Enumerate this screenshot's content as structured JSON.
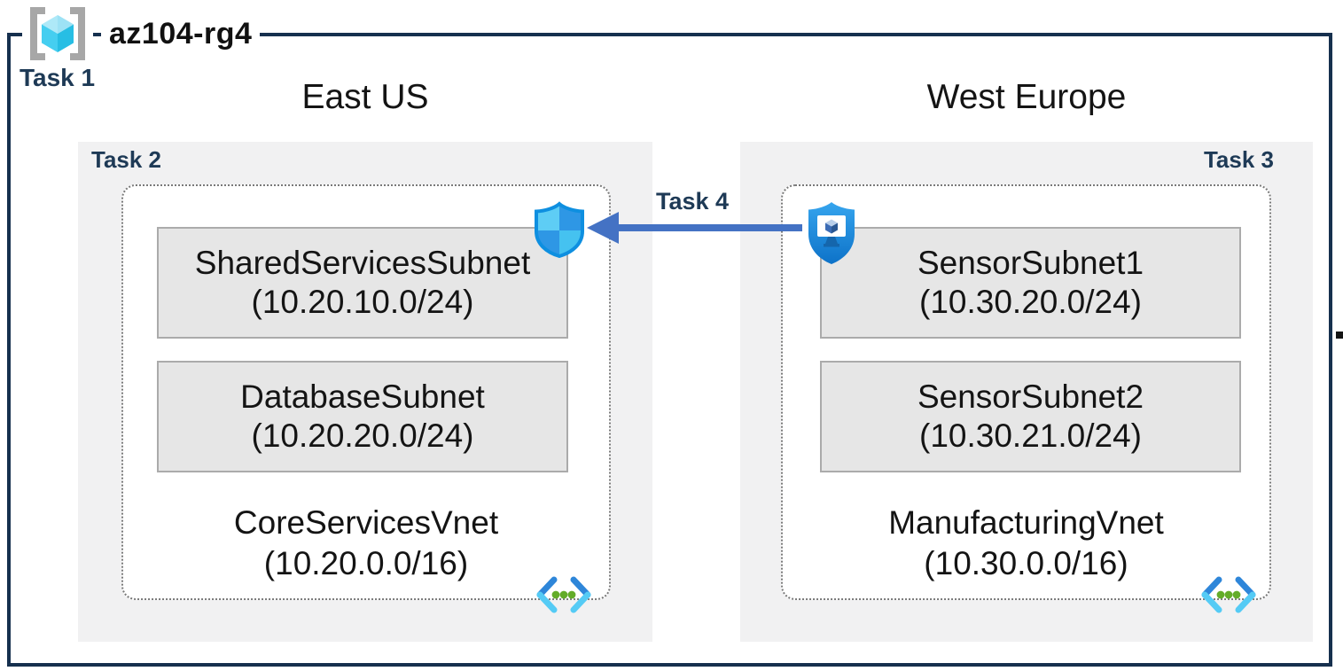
{
  "diagram": {
    "resource_group": {
      "icon": "resource-group-icon",
      "title": "az104-rg4",
      "task": "Task 1"
    },
    "regions": [
      {
        "name": "East US",
        "task": "Task 2",
        "vnet": {
          "name": "CoreServicesVnet",
          "cidr": "(10.20.0.0/16)",
          "icon": "virtual-network-icon",
          "subnets": [
            {
              "name": "SharedServicesSubnet",
              "cidr": "(10.20.10.0/24)"
            },
            {
              "name": "DatabaseSubnet",
              "cidr": "(10.20.20.0/24)"
            }
          ]
        }
      },
      {
        "name": "West Europe",
        "task": "Task 3",
        "vnet": {
          "name": "ManufacturingVnet",
          "cidr": "(10.30.0.0/16)",
          "icon": "virtual-network-icon",
          "subnets": [
            {
              "name": "SensorSubnet1",
              "cidr": "(10.30.20.0/24)"
            },
            {
              "name": "SensorSubnet2",
              "cidr": "(10.30.21.0/24)"
            }
          ]
        }
      }
    ],
    "peering": {
      "task": "Task 4",
      "direction": "west-to-east",
      "source_icon": "application-security-group-icon",
      "target_icon": "network-security-group-icon"
    },
    "colors": {
      "outer_border": "#16304e",
      "task_label": "#1e3a56",
      "region_fill": "#f1f1f2",
      "vnet_fill": "#ffffff",
      "vnet_dotted_border": "#7a7a7a",
      "subnet_fill": "#e6e6e6",
      "subnet_border": "#ababab",
      "arrow": "#4472c4",
      "text": "#141414"
    }
  }
}
